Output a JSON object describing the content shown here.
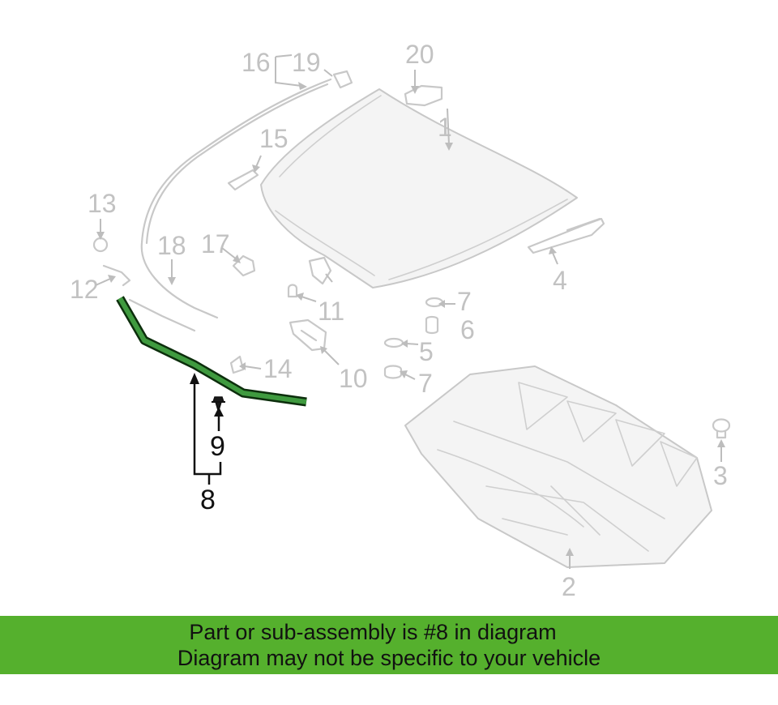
{
  "diagram": {
    "highlight_color": "#3f9a3f",
    "banner_color": "#55b02d",
    "highlighted_part": "8",
    "callouts": {
      "c1": "1",
      "c2": "2",
      "c3": "3",
      "c4": "4",
      "c5": "5",
      "c6": "6",
      "c7a": "7",
      "c7b": "7",
      "c8": "8",
      "c9": "9",
      "c10": "10",
      "c11": "11",
      "c12": "12",
      "c13": "13",
      "c14": "14",
      "c15": "15",
      "c16": "16",
      "c17": "17",
      "c18": "18",
      "c19": "19",
      "c20": "20"
    }
  },
  "banner": {
    "line1": "Part or sub-assembly is #8 in diagram",
    "line2": "Diagram may not be specific to your vehicle"
  }
}
